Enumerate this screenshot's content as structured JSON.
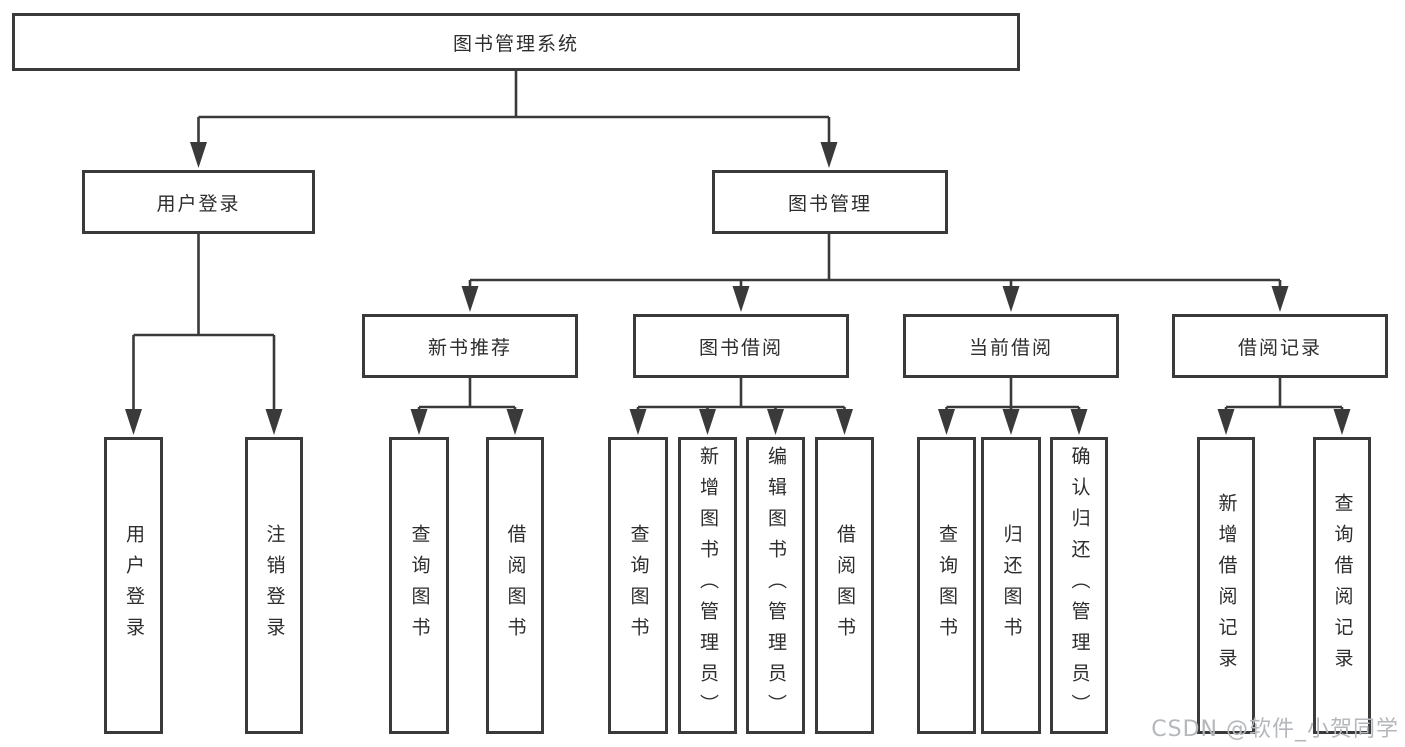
{
  "title": "图书管理系统",
  "watermark": "CSDN @软件_小贺同学",
  "branches": [
    {
      "label": "用户登录",
      "children": [
        "用户登录",
        "注销登录"
      ]
    },
    {
      "label": "图书管理",
      "groups": [
        {
          "label": "新书推荐",
          "children": [
            "查询图书",
            "借阅图书"
          ]
        },
        {
          "label": "图书借阅",
          "children": [
            "查询图书",
            "新增图书（管理员）",
            "编辑图书（管理员）",
            "借阅图书"
          ]
        },
        {
          "label": "当前借阅",
          "children": [
            "查询图书",
            "归还图书",
            "确认归还（管理员）"
          ]
        },
        {
          "label": "借阅记录",
          "children": [
            "新增借阅记录",
            "查询借阅记录"
          ]
        }
      ]
    }
  ]
}
